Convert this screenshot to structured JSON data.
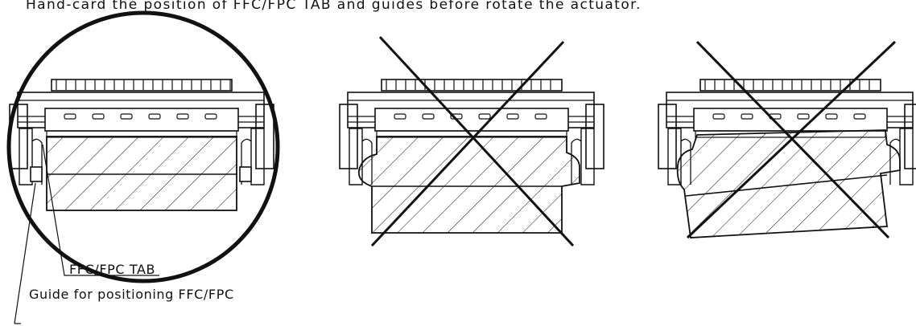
{
  "caption": "Hand-card the position of FFC/FPC TAB and guides before rotate the actuator.",
  "labels": {
    "tab": "FFC/FPC TAB",
    "guide": "Guide for positioning FFC/FPC"
  },
  "figures": [
    {
      "id": "correct",
      "state": "correct insertion",
      "marker": "circle"
    },
    {
      "id": "wrong-low",
      "state": "incorrect insertion",
      "marker": "cross"
    },
    {
      "id": "wrong-tilted",
      "state": "incorrect insertion",
      "marker": "cross"
    }
  ],
  "colors": {
    "line": "#111111",
    "background": "#ffffff"
  }
}
